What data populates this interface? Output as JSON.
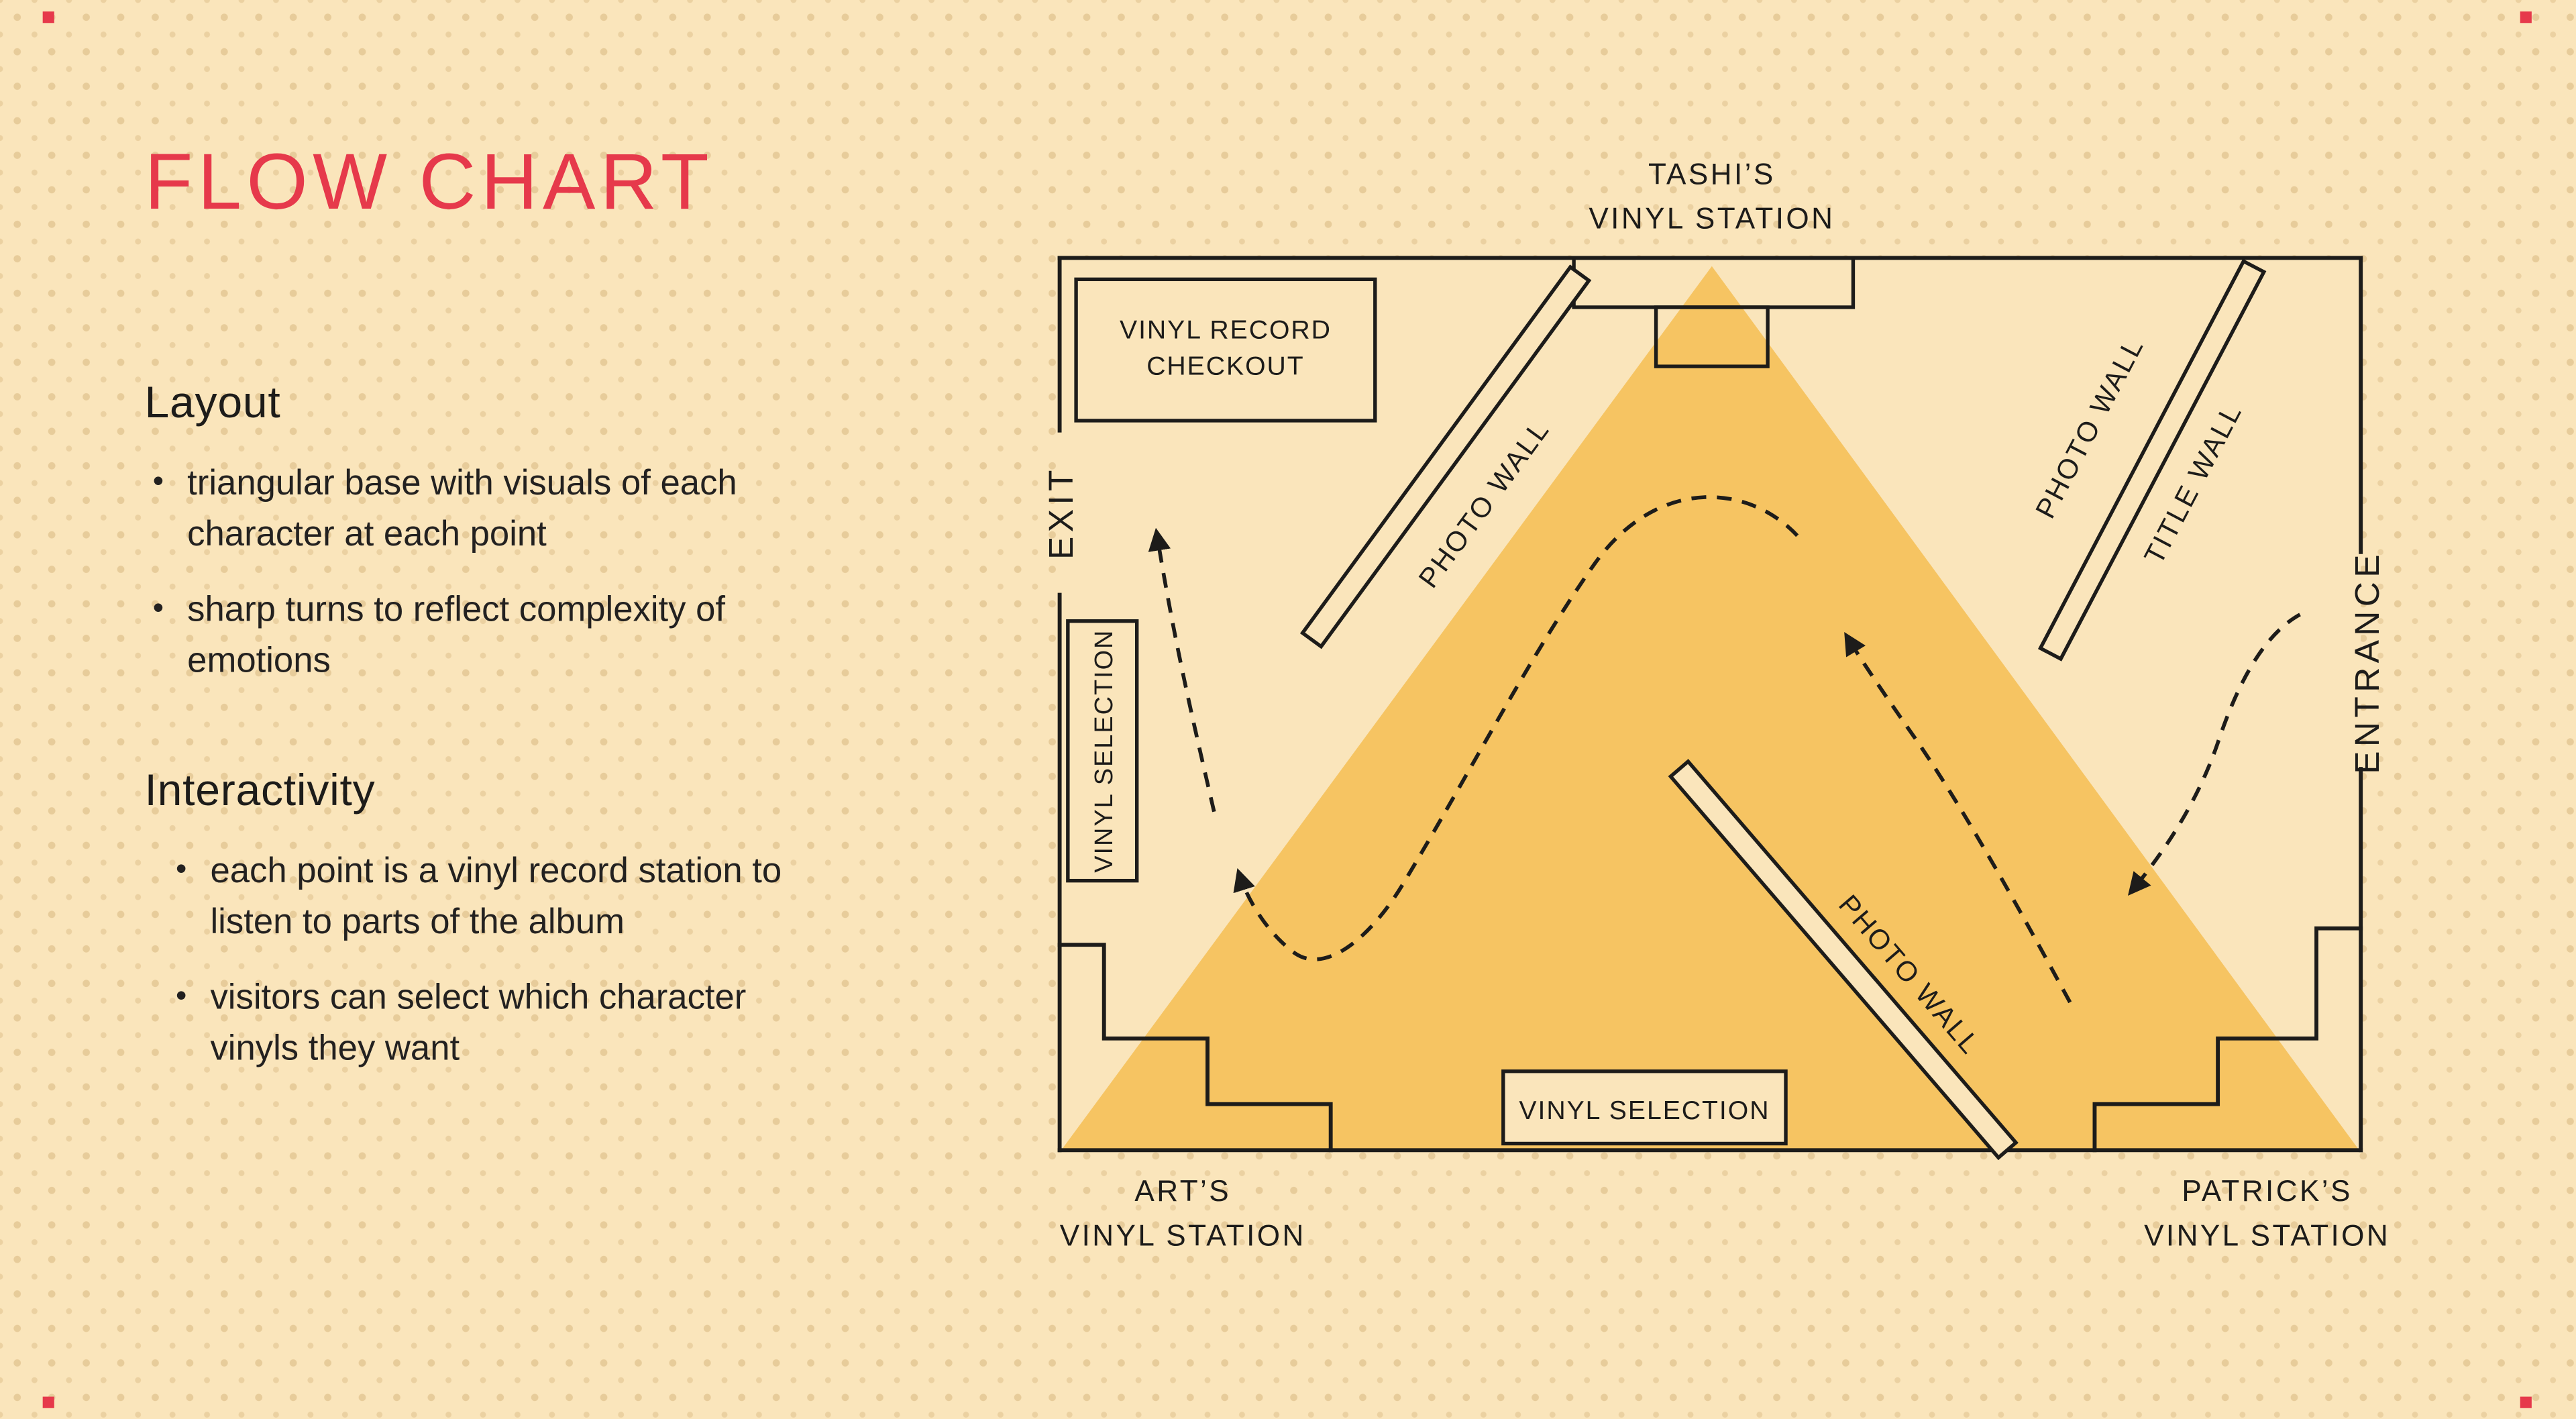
{
  "meta": {
    "background": "#FAE5BB",
    "halftone_dot": "#C9A263",
    "accent_red": "#E6394B",
    "ink": "#1D1C1A",
    "triangle_orange": "#F6C462"
  },
  "title": "FLOW CHART",
  "sections": [
    {
      "heading": "Layout",
      "bullets": [
        "triangular base with visuals of each character at each point",
        "sharp turns to reflect complexity of emotions"
      ]
    },
    {
      "heading": "Interactivity",
      "bullets": [
        "each point is a vinyl record station to listen to parts of the album",
        "visitors can select which character vinyls they want"
      ]
    }
  ],
  "diagram": {
    "tashi": [
      "TASHI’S",
      "VINYL STATION"
    ],
    "arts": [
      "ART’S",
      "VINYL STATION"
    ],
    "patricks": [
      "PATRICK’S",
      "VINYL STATION"
    ],
    "checkout": [
      "VINYL RECORD",
      "CHECKOUT"
    ],
    "exit": "EXIT",
    "entrance": "ENTRANCE",
    "selection_left": "VINYL SELECTION",
    "selection_bottom": "VINYL SELECTION",
    "photo_wall_upper_left": "PHOTO WALL",
    "photo_wall_upper_right": "PHOTO WALL",
    "title_wall": "TITLE WALL",
    "photo_wall_center": "PHOTO WALL"
  }
}
